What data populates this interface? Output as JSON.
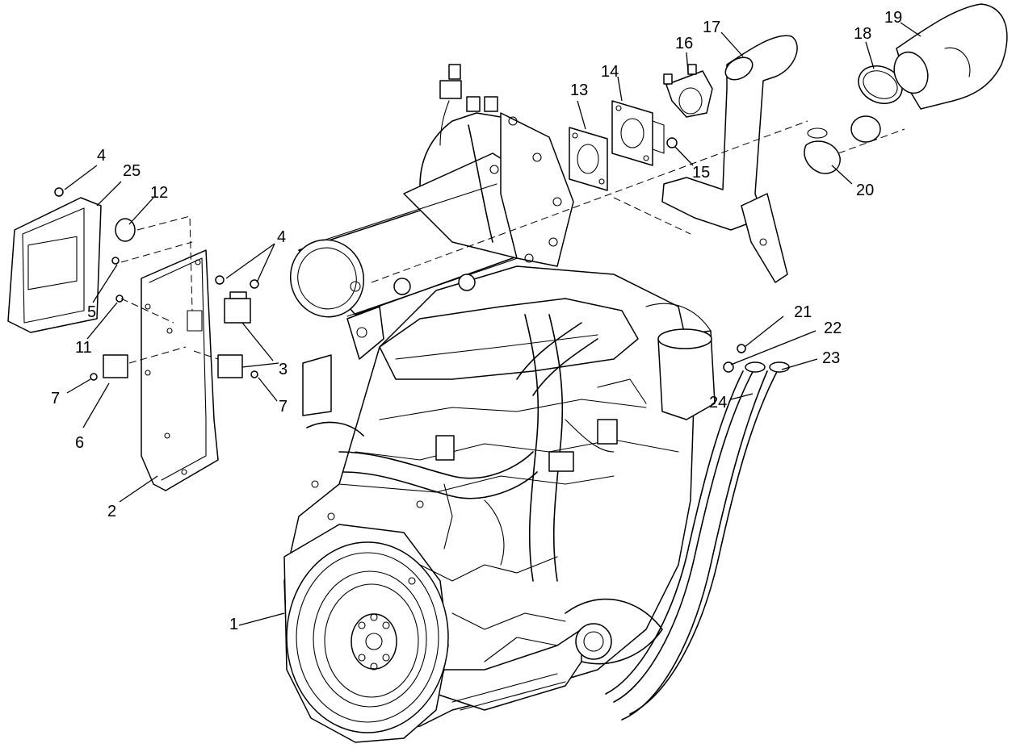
{
  "diagram": {
    "callouts": [
      {
        "id": "c1",
        "label": "1"
      },
      {
        "id": "c2",
        "label": "2"
      },
      {
        "id": "c3",
        "label": "3"
      },
      {
        "id": "c4a",
        "label": "4"
      },
      {
        "id": "c4b",
        "label": "4"
      },
      {
        "id": "c5",
        "label": "5"
      },
      {
        "id": "c6",
        "label": "6"
      },
      {
        "id": "c7a",
        "label": "7"
      },
      {
        "id": "c7b",
        "label": "7"
      },
      {
        "id": "c11",
        "label": "11"
      },
      {
        "id": "c12",
        "label": "12"
      },
      {
        "id": "c13",
        "label": "13"
      },
      {
        "id": "c14",
        "label": "14"
      },
      {
        "id": "c15",
        "label": "15"
      },
      {
        "id": "c16",
        "label": "16"
      },
      {
        "id": "c17",
        "label": "17"
      },
      {
        "id": "c18",
        "label": "18"
      },
      {
        "id": "c19",
        "label": "19"
      },
      {
        "id": "c20",
        "label": "20"
      },
      {
        "id": "c21",
        "label": "21"
      },
      {
        "id": "c22",
        "label": "22"
      },
      {
        "id": "c23",
        "label": "23"
      },
      {
        "id": "c24",
        "label": "24"
      },
      {
        "id": "c25",
        "label": "25"
      }
    ]
  }
}
